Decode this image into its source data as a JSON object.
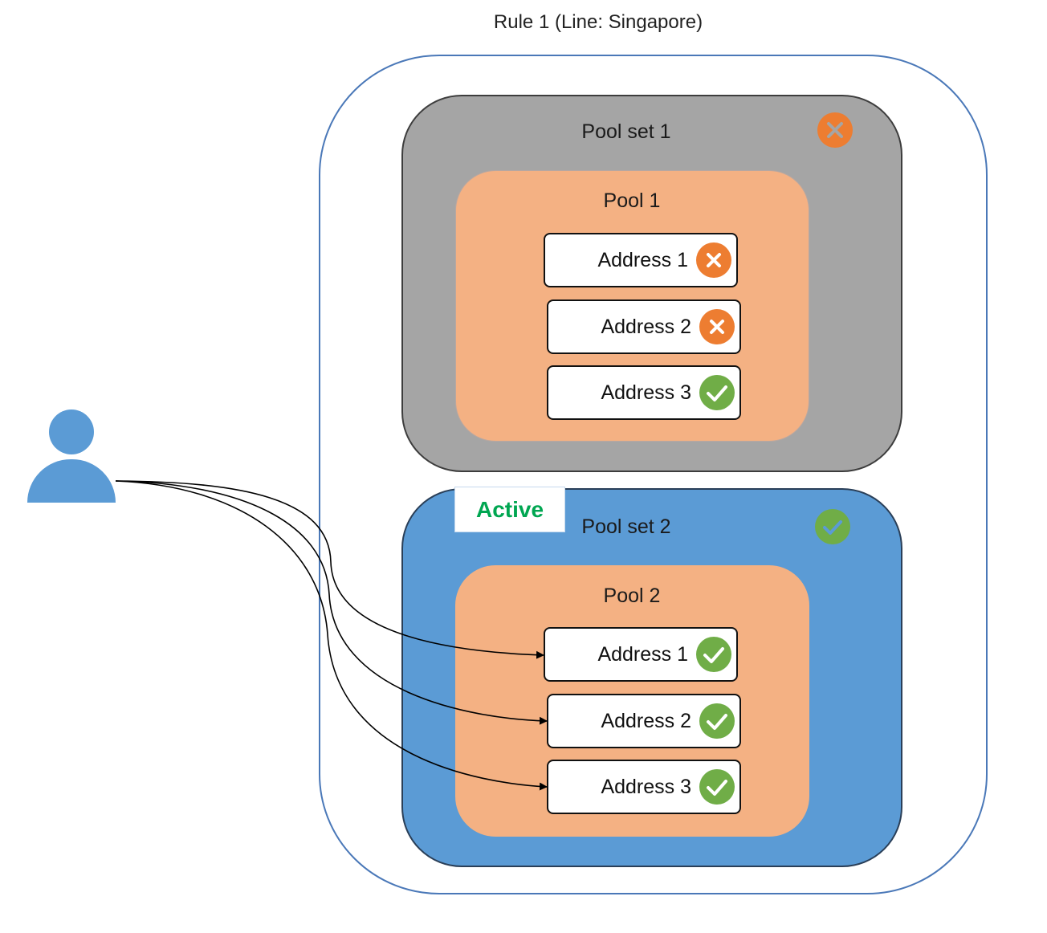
{
  "rule": {
    "title": "Rule 1 (Line: Singapore)"
  },
  "pool_set_1": {
    "label": "Pool set 1",
    "status_icon": "cross-icon",
    "pool": {
      "label": "Pool 1",
      "addresses": [
        {
          "label": "Address 1",
          "status_icon": "cross-icon"
        },
        {
          "label": "Address 2",
          "status_icon": "cross-icon"
        },
        {
          "label": "Address 3",
          "status_icon": "check-icon"
        }
      ]
    }
  },
  "pool_set_2": {
    "label": "Pool set 2",
    "status_icon": "check-icon",
    "active_label": "Active",
    "pool": {
      "label": "Pool 2",
      "addresses": [
        {
          "label": "Address 1",
          "status_icon": "check-icon"
        },
        {
          "label": "Address 2",
          "status_icon": "check-icon"
        },
        {
          "label": "Address 3",
          "status_icon": "check-icon"
        }
      ]
    }
  },
  "user": {
    "icon": "user-icon"
  },
  "colors": {
    "rule_border": "#4a78b8",
    "pool_set_1_fill": "#a5a5a5",
    "pool_set_2_fill": "#5b9bd5",
    "pool_fill": "#f4b183",
    "ok": "#70ad47",
    "error": "#ed7d31",
    "active_text": "#00a651",
    "user": "#5b9bd5"
  }
}
